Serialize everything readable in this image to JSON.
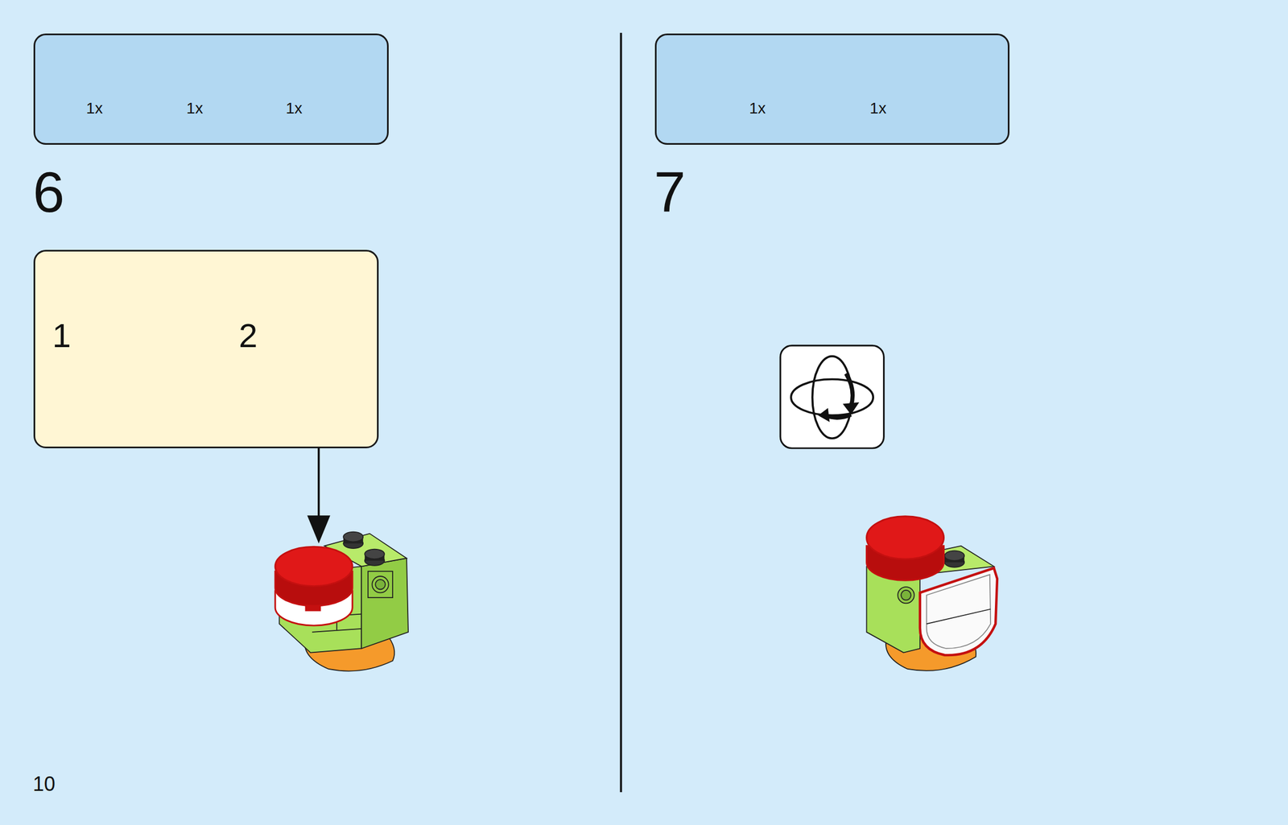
{
  "diagram": {
    "nodes": [
      {
        "text": [
          "1x",
          "1x",
          "1x"
        ]
      },
      {
        "text": [
          "1x",
          "1x"
        ]
      },
      {
        "text": [
          "1",
          "2"
        ]
      }
    ],
    "labels": [
      "6",
      "7",
      "10"
    ]
  }
}
